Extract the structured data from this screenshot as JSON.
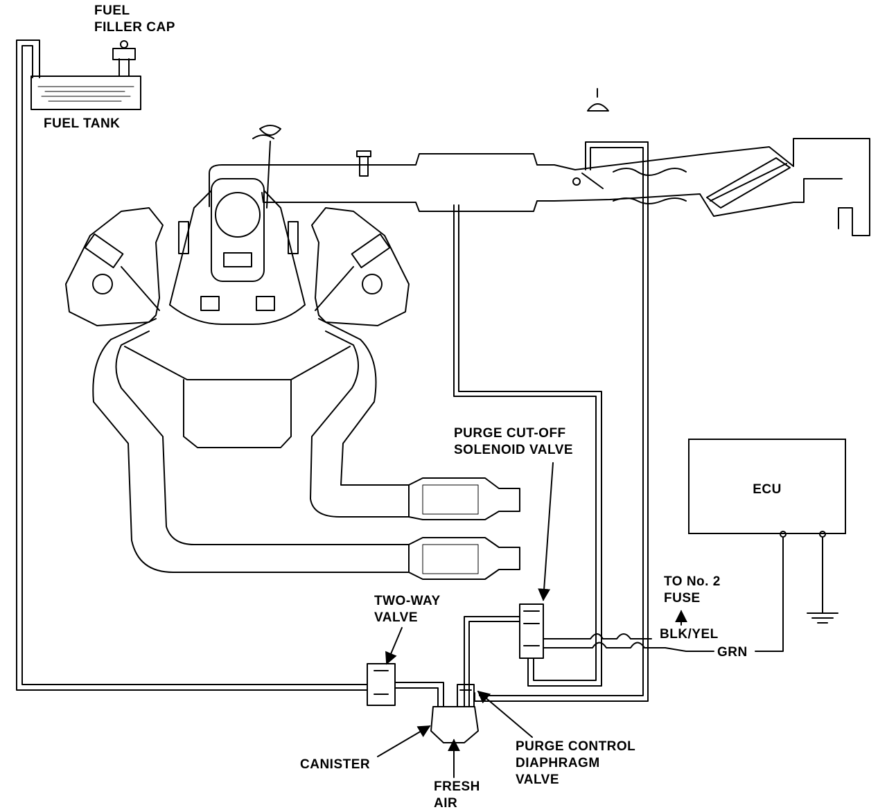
{
  "labels": {
    "fuel_filler_cap": [
      "FUEL",
      "FILLER CAP"
    ],
    "fuel_tank": "FUEL TANK",
    "purge_cutoff_solenoid": [
      "PURGE CUT-OFF",
      "SOLENOID VALVE"
    ],
    "ecu": "ECU",
    "to_fuse": [
      "TO No. 2",
      "FUSE"
    ],
    "blk_yel": "BLK/YEL",
    "grn": "GRN",
    "two_way_valve": [
      "TWO-WAY",
      "VALVE"
    ],
    "canister": "CANISTER",
    "fresh_air": [
      "FRESH",
      "AIR"
    ],
    "purge_control_diaphragm": [
      "PURGE CONTROL",
      "DIAPHRAGM",
      "VALVE"
    ]
  }
}
